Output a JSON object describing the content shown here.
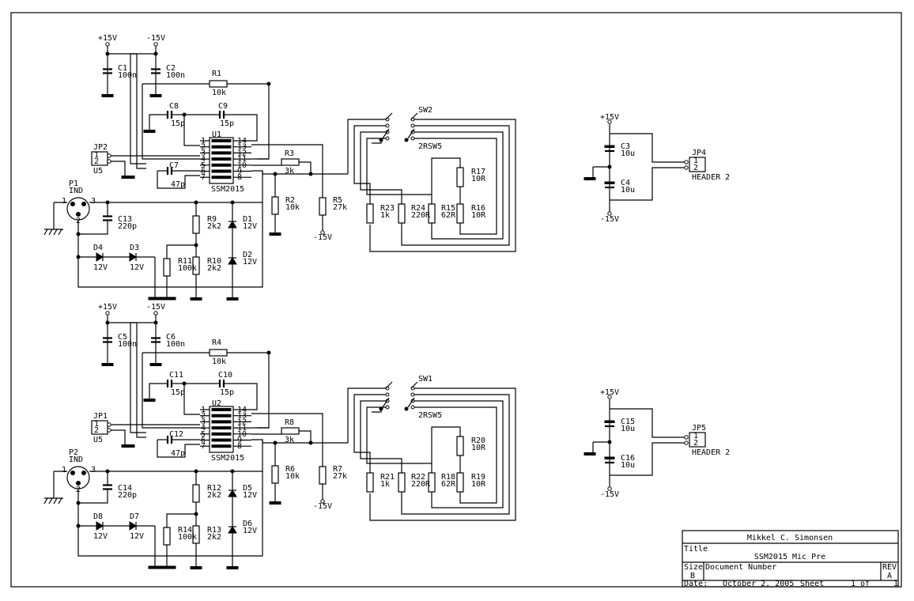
{
  "sheet": {
    "author": "Mikkel C. Simonsen",
    "title_label": "Title",
    "title": "SSM2015 Mic Pre",
    "size_label": "Size",
    "size_value": "B",
    "docnum_label": "Document Number",
    "rev_label": "REV",
    "rev_value": "A",
    "date_label": "Date:",
    "date_value": "October  2, 2005",
    "sheet_label": "Sheet",
    "sheet_of": "1 of",
    "sheet_total": "1"
  },
  "channels": [
    {
      "pos": "+15V",
      "neg": "-15V",
      "c_pos": {
        "ref": "C1",
        "val": "100n"
      },
      "c_neg": {
        "ref": "C2",
        "val": "100n"
      },
      "r_fb": {
        "ref": "R1",
        "val": "10k"
      },
      "c_a": {
        "ref": "C8",
        "val": "15p"
      },
      "c_b": {
        "ref": "C9",
        "val": "15p"
      },
      "ic": {
        "ref": "U1",
        "name": "SSM2015"
      },
      "jp": {
        "ref": "JP2",
        "p1": "1",
        "p2": "2",
        "sub": "U5"
      },
      "c_gain": {
        "ref": "C7",
        "val": "47p"
      },
      "r_mid": {
        "ref": "R3",
        "val": "3k"
      },
      "r_a": {
        "ref": "R2",
        "val": "10k"
      },
      "r_b": {
        "ref": "R5",
        "val": "27k"
      },
      "r_b_rail": "-15V",
      "conn": {
        "ref": "P1",
        "val": "IND",
        "p1": "1",
        "p2": "2",
        "p3": "3"
      },
      "c_in": {
        "ref": "C13",
        "val": "220p"
      },
      "r_top": {
        "ref": "R9",
        "val": "2k2"
      },
      "r_bot": {
        "ref": "R10",
        "val": "2k2"
      },
      "r_load": {
        "ref": "R11",
        "val": "100k"
      },
      "d_top": {
        "ref": "D1",
        "val": "12V"
      },
      "d_bot": {
        "ref": "D2",
        "val": "12V"
      },
      "d_left": {
        "ref": "D4",
        "val": "12V"
      },
      "d_right": {
        "ref": "D3",
        "val": "12V"
      },
      "sw": {
        "ref": "SW2",
        "sub": "2RSW5"
      },
      "r_s1": {
        "ref": "R23",
        "val": "1k"
      },
      "r_s2": {
        "ref": "R24",
        "val": "220R"
      },
      "r_s3": {
        "ref": "R15",
        "val": "62R"
      },
      "r_s4": {
        "ref": "R16",
        "val": "10R"
      },
      "r_s5": {
        "ref": "R17",
        "val": "10R"
      },
      "pins_left": [
        "1",
        "2",
        "3",
        "4",
        "5",
        "6",
        "7"
      ],
      "pins_right": [
        "14",
        "13",
        "12",
        "11",
        "10",
        "9",
        "8"
      ]
    },
    {
      "pos": "+15V",
      "neg": "-15V",
      "c_pos": {
        "ref": "C5",
        "val": "100n"
      },
      "c_neg": {
        "ref": "C6",
        "val": "100n"
      },
      "r_fb": {
        "ref": "R4",
        "val": "10k"
      },
      "c_a": {
        "ref": "C11",
        "val": "15p"
      },
      "c_b": {
        "ref": "C10",
        "val": "15p"
      },
      "ic": {
        "ref": "U2",
        "name": "SSM2015"
      },
      "jp": {
        "ref": "JP1",
        "p1": "1",
        "p2": "2",
        "sub": "U5"
      },
      "c_gain": {
        "ref": "C12",
        "val": "47p"
      },
      "r_mid": {
        "ref": "R8",
        "val": "3k"
      },
      "r_a": {
        "ref": "R6",
        "val": "10k"
      },
      "r_b": {
        "ref": "R7",
        "val": "27k"
      },
      "r_b_rail": "-15V",
      "conn": {
        "ref": "P2",
        "val": "IND",
        "p1": "1",
        "p2": "2",
        "p3": "3"
      },
      "c_in": {
        "ref": "C14",
        "val": "220p"
      },
      "r_top": {
        "ref": "R12",
        "val": "2k2"
      },
      "r_bot": {
        "ref": "R13",
        "val": "2k2"
      },
      "r_load": {
        "ref": "R14",
        "val": "100k"
      },
      "d_top": {
        "ref": "D5",
        "val": "12V"
      },
      "d_bot": {
        "ref": "D6",
        "val": "12V"
      },
      "d_left": {
        "ref": "D8",
        "val": "12V"
      },
      "d_right": {
        "ref": "D7",
        "val": "12V"
      },
      "sw": {
        "ref": "SW1",
        "sub": "2RSW5"
      },
      "r_s1": {
        "ref": "R21",
        "val": "1k"
      },
      "r_s2": {
        "ref": "R22",
        "val": "220R"
      },
      "r_s3": {
        "ref": "R18",
        "val": "62R"
      },
      "r_s4": {
        "ref": "R19",
        "val": "10R"
      },
      "r_s5": {
        "ref": "R20",
        "val": "10R"
      },
      "pins_left": [
        "1",
        "2",
        "3",
        "4",
        "5",
        "6",
        "7"
      ],
      "pins_right": [
        "14",
        "13",
        "12",
        "11",
        "10",
        "9",
        "8"
      ]
    }
  ],
  "supplies": [
    {
      "pos": "+15V",
      "neg": "-15V",
      "c1": {
        "ref": "C3",
        "val": "10u"
      },
      "c2": {
        "ref": "C4",
        "val": "10u"
      },
      "header": {
        "ref": "JP4",
        "name": "HEADER 2",
        "p1": "1",
        "p2": "2"
      }
    },
    {
      "pos": "+15V",
      "neg": "-15V",
      "c1": {
        "ref": "C15",
        "val": "10u"
      },
      "c2": {
        "ref": "C16",
        "val": "10u"
      },
      "header": {
        "ref": "JP5",
        "name": "HEADER 2",
        "p1": "1",
        "p2": "2"
      }
    }
  ]
}
